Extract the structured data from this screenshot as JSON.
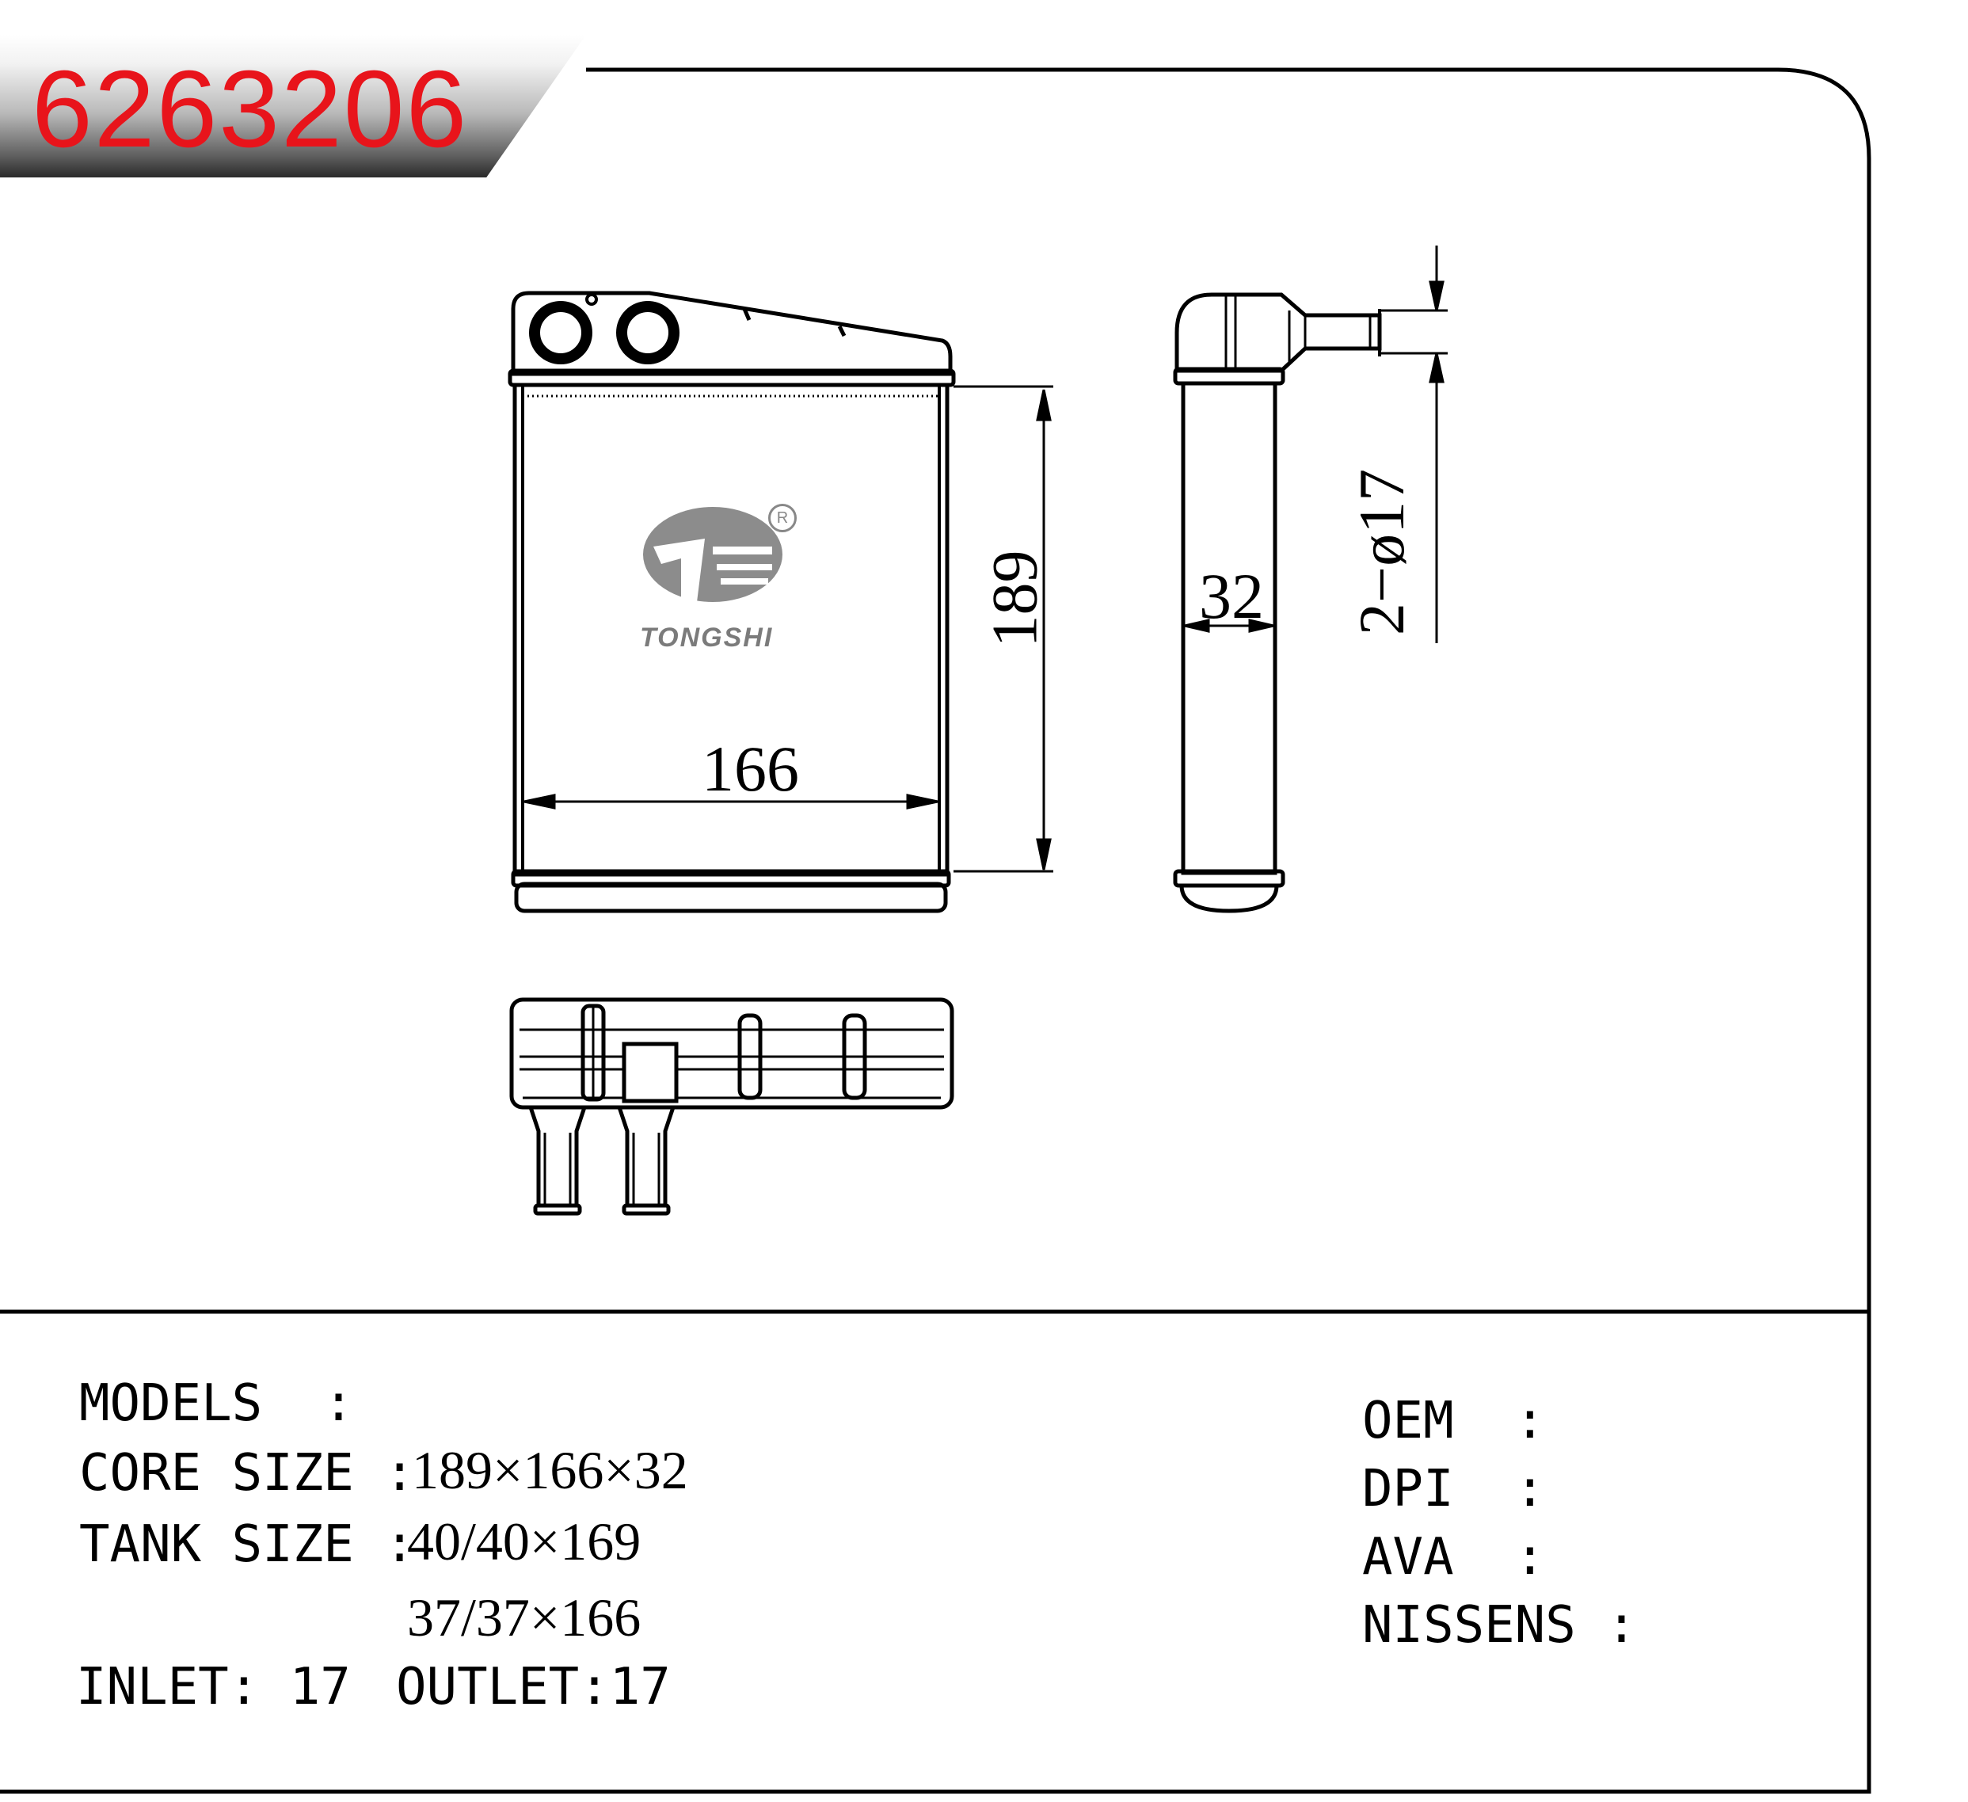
{
  "part_number": "6263206",
  "brand": {
    "logo_text": "TONGSHI",
    "registered_mark": "R"
  },
  "dimensions": {
    "height": "189",
    "width": "166",
    "depth": "32",
    "pipe": "2−ø17"
  },
  "specs_left": {
    "models_label": "MODELS  :",
    "core_label": "CORE SIZE :",
    "core_value": "189×166×32",
    "tank_label": "TANK SIZE :",
    "tank_value_1": "40/40×169",
    "tank_value_2": "37/37×166",
    "inlet_label": "INLET: 17",
    "outlet_label": "OUTLET:17"
  },
  "specs_right": {
    "oem_label": "OEM  :",
    "dpi_label": "DPI  :",
    "ava_label": "AVA  :",
    "nissens_label": "NISSENS :"
  }
}
